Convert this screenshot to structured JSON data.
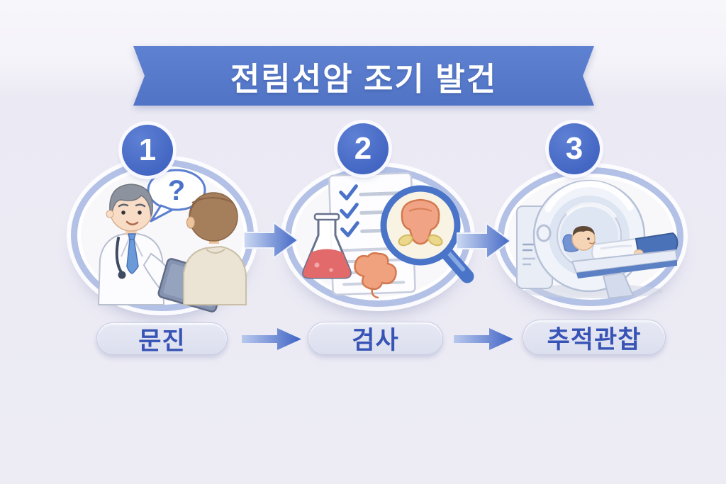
{
  "banner": {
    "title": "전림선암 조기 발건"
  },
  "steps": [
    {
      "number": "1",
      "label": "문진",
      "illustration": "doctor-patient-consultation",
      "speech_bubble": "?"
    },
    {
      "number": "2",
      "label": "검사",
      "illustration": "checklist-flask-magnifier-prostate"
    },
    {
      "number": "3",
      "label": "추적관찹",
      "illustration": "mri-scanner-with-patient"
    }
  ],
  "colors": {
    "background": "#edecf5",
    "background_top": "#f7f6fb",
    "banner_blue": "#5578cb",
    "badge_blue": "#4467c4",
    "circle_ring_blue": "#b3c1e6",
    "arrow_blue_dark": "#4368c6",
    "arrow_blue_light": "#ccd9f2",
    "pill_background": "#e0e3f0",
    "pill_text_blue": "#3753b5",
    "banner_text": "#ffffff"
  }
}
